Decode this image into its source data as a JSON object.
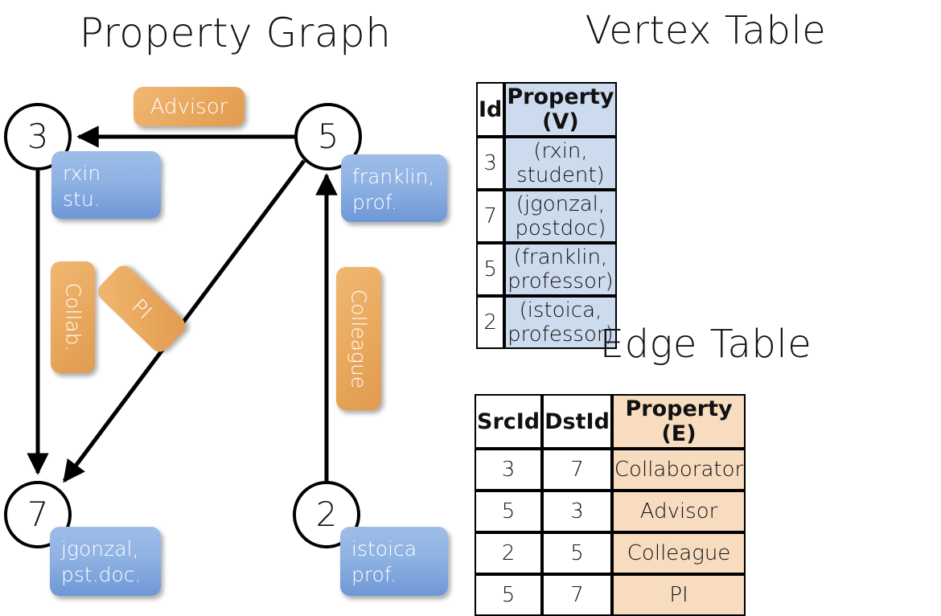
{
  "titles": {
    "property_graph": "Property Graph",
    "vertex_table": "Vertex Table",
    "edge_table": "Edge Table"
  },
  "graph": {
    "nodes": [
      {
        "id": "3",
        "property_lines": [
          "rxin",
          "stu."
        ]
      },
      {
        "id": "5",
        "property_lines": [
          "franklin,",
          "prof."
        ]
      },
      {
        "id": "7",
        "property_lines": [
          "jgonzal,",
          "pst.doc."
        ]
      },
      {
        "id": "2",
        "property_lines": [
          "istoica",
          "prof."
        ]
      }
    ],
    "edge_labels": [
      {
        "name": "advisor",
        "text": "Advisor",
        "orientation": "horizontal"
      },
      {
        "name": "collab",
        "text": "Collab.",
        "orientation": "vertical"
      },
      {
        "name": "pi",
        "text": "PI",
        "orientation": "diagonal"
      },
      {
        "name": "colleague",
        "text": "Colleague",
        "orientation": "vertical"
      }
    ],
    "edges": [
      {
        "src": "5",
        "dst": "3",
        "label": "Advisor"
      },
      {
        "src": "3",
        "dst": "7",
        "label": "Collab."
      },
      {
        "src": "5",
        "dst": "7",
        "label": "PI"
      },
      {
        "src": "2",
        "dst": "5",
        "label": "Colleague"
      }
    ]
  },
  "vertex_table": {
    "headers": [
      "Id",
      "Property (V)"
    ],
    "rows": [
      {
        "id": "3",
        "property": "(rxin, student)"
      },
      {
        "id": "7",
        "property": "(jgonzal, postdoc)"
      },
      {
        "id": "5",
        "property": "(franklin, professor)"
      },
      {
        "id": "2",
        "property": "(istoica, professor)"
      }
    ]
  },
  "edge_table": {
    "headers": [
      "SrcId",
      "DstId",
      "Property (E)"
    ],
    "rows": [
      {
        "src": "3",
        "dst": "7",
        "property": "Collaborator"
      },
      {
        "src": "5",
        "dst": "3",
        "property": "Advisor"
      },
      {
        "src": "2",
        "dst": "5",
        "property": "Colleague"
      },
      {
        "src": "5",
        "dst": "7",
        "property": "PI"
      }
    ]
  },
  "colors": {
    "vertex_property_fill": "#cddbef",
    "edge_property_fill": "#f7dcc0",
    "node_box_blue": "#8fb2e3",
    "edge_label_orange": "#eaa95f",
    "stroke": "#000000",
    "background": "#ffffff"
  }
}
